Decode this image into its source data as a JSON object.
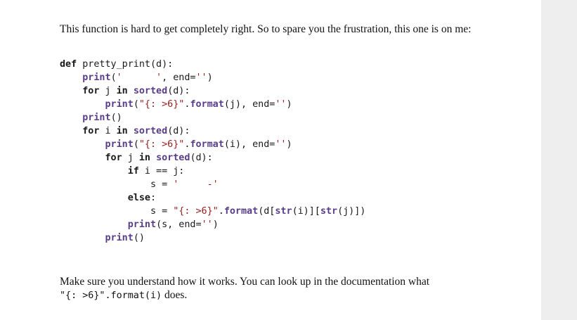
{
  "intro_text": "This function is hard to get completely right. So to spare you the frustration, this one is on me:",
  "code": {
    "line1_def": "def",
    "line1_rest": " pretty_print(d):",
    "line2_fn": "print",
    "line2_a": "(",
    "line2_str": "'      '",
    "line2_b": ", end=",
    "line2_str2": "''",
    "line2_c": ")",
    "line3_for": "for",
    "line3_a": " j ",
    "line3_in": "in",
    "line3_b": " ",
    "line3_fn": "sorted",
    "line3_c": "(d):",
    "line4_fn": "print",
    "line4_a": "(",
    "line4_str": "\"{: >6}\"",
    "line4_b": ".",
    "line4_fn2": "format",
    "line4_c": "(j), end=",
    "line4_str2": "''",
    "line4_d": ")",
    "line5_fn": "print",
    "line5_a": "()",
    "line6_for": "for",
    "line6_a": " i ",
    "line6_in": "in",
    "line6_b": " ",
    "line6_fn": "sorted",
    "line6_c": "(d):",
    "line7_fn": "print",
    "line7_a": "(",
    "line7_str": "\"{: >6}\"",
    "line7_b": ".",
    "line7_fn2": "format",
    "line7_c": "(i), end=",
    "line7_str2": "''",
    "line7_d": ")",
    "line8_for": "for",
    "line8_a": " j ",
    "line8_in": "in",
    "line8_b": " ",
    "line8_fn": "sorted",
    "line8_c": "(d):",
    "line9_if": "if",
    "line9_a": " i == j:",
    "line10_a": "s = ",
    "line10_str": "'     -'",
    "line11_else": "else",
    "line11_a": ":",
    "line12_a": "s = ",
    "line12_str": "\"{: >6}\"",
    "line12_b": ".",
    "line12_fn": "format",
    "line12_c": "(d[",
    "line12_fn2": "str",
    "line12_d": "(i)][",
    "line12_fn3": "str",
    "line12_e": "(j)])",
    "line13_fn": "print",
    "line13_a": "(s, end=",
    "line13_str": "''",
    "line13_b": ")",
    "line14_fn": "print",
    "line14_a": "()"
  },
  "outro": {
    "text_before": "Make sure you understand how it works. You can look up in the documentation what",
    "code_snippet": "\"{: >6}\".format(i)",
    "text_after": " does."
  }
}
